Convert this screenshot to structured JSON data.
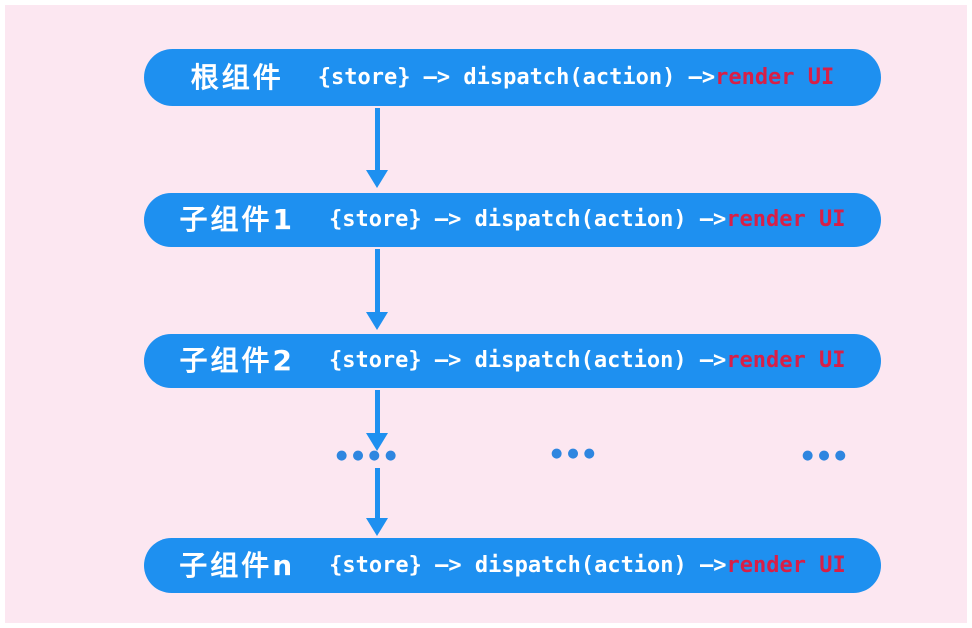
{
  "colors": {
    "bg": "#fce7f1",
    "pill": "#1e90f0",
    "text": "#ffffff",
    "accent": "#d81f47",
    "dots": "#2e86e0"
  },
  "rows": [
    {
      "label": "根组件",
      "code": "{store} —> dispatch(action) —>",
      "highlight": "render UI"
    },
    {
      "label": "子组件1",
      "code": "{store} —> dispatch(action) —>",
      "highlight": "render UI"
    },
    {
      "label": "子组件2",
      "code": "{store} —> dispatch(action) —>",
      "highlight": "render UI"
    },
    {
      "label": "子组件n",
      "code": "{store} —> dispatch(action) —>",
      "highlight": "render UI"
    }
  ],
  "ellipsis": {
    "g1": "●●●●",
    "g2": "●●●",
    "g3": "●●●"
  }
}
